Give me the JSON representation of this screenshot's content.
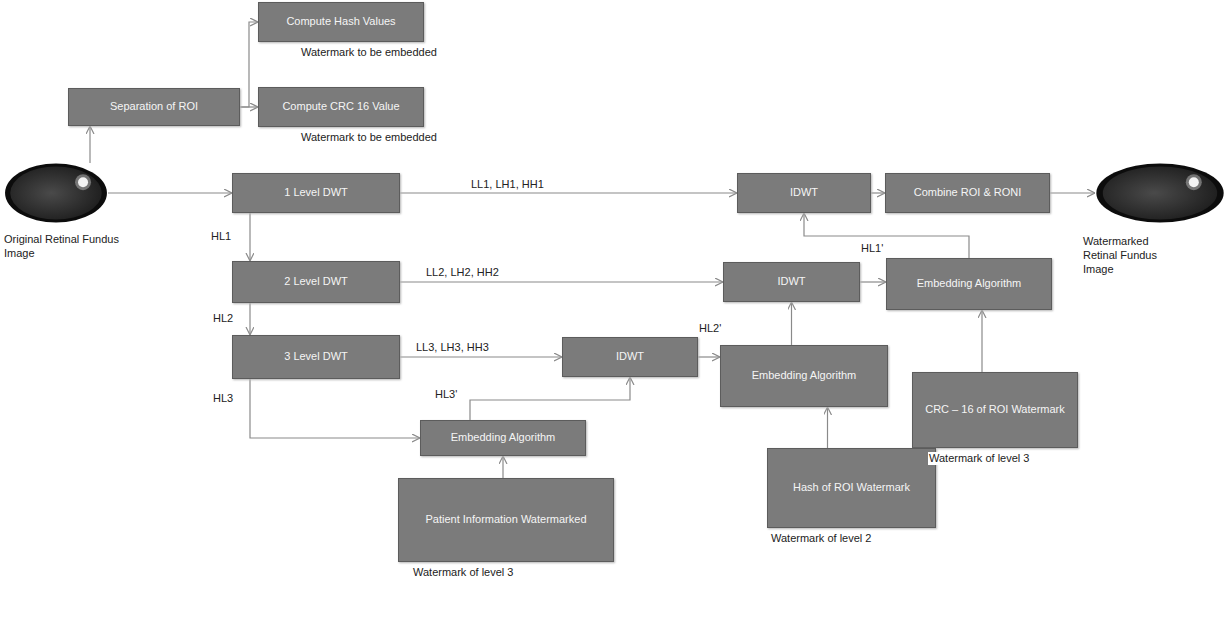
{
  "diagram": {
    "nodes": [
      {
        "text": [
          "Compute Hash Values"
        ]
      },
      {
        "text": [
          "Separation of ROI"
        ]
      },
      {
        "text": [
          "Compute CRC 16 Value"
        ]
      },
      {
        "text": [
          "Original Retinal Fundus Image"
        ]
      },
      {
        "text": [
          "1 Level DWT"
        ]
      },
      {
        "text": [
          "IDWT"
        ]
      },
      {
        "text": [
          "Combine ROI & RONI"
        ]
      },
      {
        "text": [
          "Watermarked Retinal Fundus Image"
        ]
      },
      {
        "text": [
          "IDWT"
        ]
      },
      {
        "text": [
          "Embedding Algorithm"
        ]
      },
      {
        "text": [
          "2 Level DWT"
        ]
      },
      {
        "text": [
          "3 Level DWT"
        ]
      },
      {
        "text": [
          "IDWT"
        ]
      },
      {
        "text": [
          "Embedding Algorithm"
        ]
      },
      {
        "text": [
          "CRC – 16 of ROI Watermark"
        ]
      },
      {
        "text": [
          "Embedding Algorithm"
        ]
      },
      {
        "text": [
          "Hash of ROI Watermark"
        ]
      },
      {
        "text": [
          "Patient Information Watermarked"
        ]
      }
    ],
    "edges": [
      {
        "from": 3,
        "to": 1,
        "arrow": "to"
      },
      {
        "from": 1,
        "to": 0,
        "arrow": "to"
      },
      {
        "from": 1,
        "to": 2,
        "arrow": "to"
      },
      {
        "from": 3,
        "to": 4,
        "arrow": "to"
      },
      {
        "from": 4,
        "to": 5,
        "label": "LL1, LH1, HH1",
        "arrow": "to"
      },
      {
        "from": 5,
        "to": 6,
        "arrow": "to"
      },
      {
        "from": 6,
        "to": 7,
        "arrow": "to"
      },
      {
        "from": 4,
        "to": 10,
        "label": "HL1",
        "arrow": "to"
      },
      {
        "from": 10,
        "to": 8,
        "label": "LL2, LH2, HH2",
        "arrow": "to"
      },
      {
        "from": 10,
        "to": 11,
        "label": "HL2",
        "arrow": "to"
      },
      {
        "from": 11,
        "to": 12,
        "label": "LL3, LH3, HH3",
        "arrow": "to"
      },
      {
        "from": 11,
        "to": 15,
        "label": "HL3",
        "arrow": "to"
      },
      {
        "from": 17,
        "to": 15,
        "arrow": "to"
      },
      {
        "from": 15,
        "to": 12,
        "label": "HL3'",
        "arrow": "to"
      },
      {
        "from": 12,
        "to": 13,
        "label": "HL2'",
        "arrow": "to"
      },
      {
        "from": 16,
        "to": 13,
        "arrow": "to"
      },
      {
        "from": 13,
        "to": 8,
        "arrow": "to"
      },
      {
        "from": 8,
        "to": 9,
        "label": "HL1'",
        "arrow": "to"
      },
      {
        "from": 14,
        "to": 9,
        "arrow": "to"
      },
      {
        "from": 9,
        "to": 5,
        "arrow": "to"
      }
    ],
    "labels": [
      "Watermark to be embedded",
      "Watermark to be embedded",
      "Watermark of level 3",
      "Watermark of level 2",
      "Watermark of level 3"
    ]
  }
}
